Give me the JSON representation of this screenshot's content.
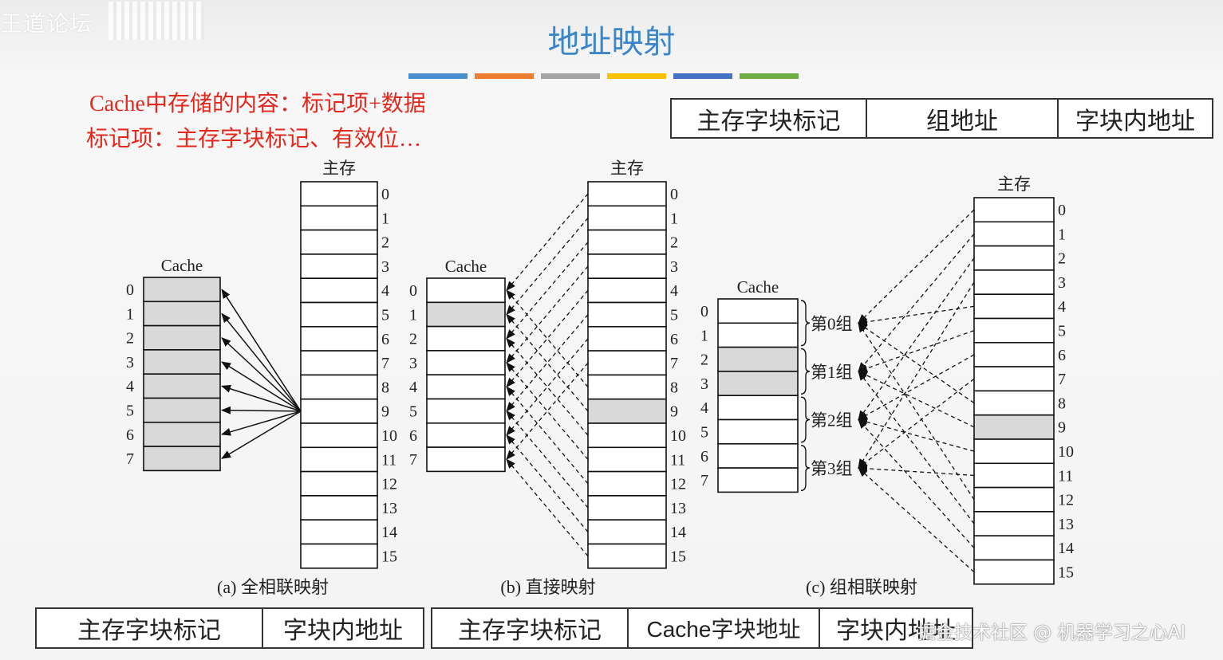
{
  "watermark": {
    "text": "王道论坛"
  },
  "title": "地址映射",
  "accent_bars": [
    "#4a90d0",
    "#ed7d31",
    "#a5a5a5",
    "#ffc000",
    "#4472c4",
    "#70ad47"
  ],
  "notes": {
    "line1": "Cache中存储的内容：标记项+数据",
    "line2": "标记项：主存字块标记、有效位…"
  },
  "format_set": [
    "主存字块标记",
    "组地址",
    "字块内地址"
  ],
  "format_full": [
    "主存字块标记",
    "字块内地址"
  ],
  "format_direct": [
    "主存字块标记",
    "Cache字块地址",
    "字块内地址"
  ],
  "credit": "掘金技术社区 @ 机器学习之心AI",
  "diagrams": {
    "main_label": "主存",
    "cache_label": "Cache",
    "main_indices": [
      "0",
      "1",
      "2",
      "3",
      "4",
      "5",
      "6",
      "7",
      "8",
      "9",
      "10",
      "11",
      "12",
      "13",
      "14",
      "15"
    ],
    "cache_indices": [
      "0",
      "1",
      "2",
      "3",
      "4",
      "5",
      "6",
      "7"
    ],
    "group_labels": [
      "第0组",
      "第1组",
      "第2组",
      "第3组"
    ],
    "captions": [
      "(a) 全相联映射",
      "(b) 直接映射",
      "(c) 组相联映射"
    ],
    "highlight_color": "#d9d9d9",
    "highlight_main_block": 9,
    "highlight_cache_direct": 1,
    "highlight_cache_set": [
      2,
      3
    ]
  }
}
